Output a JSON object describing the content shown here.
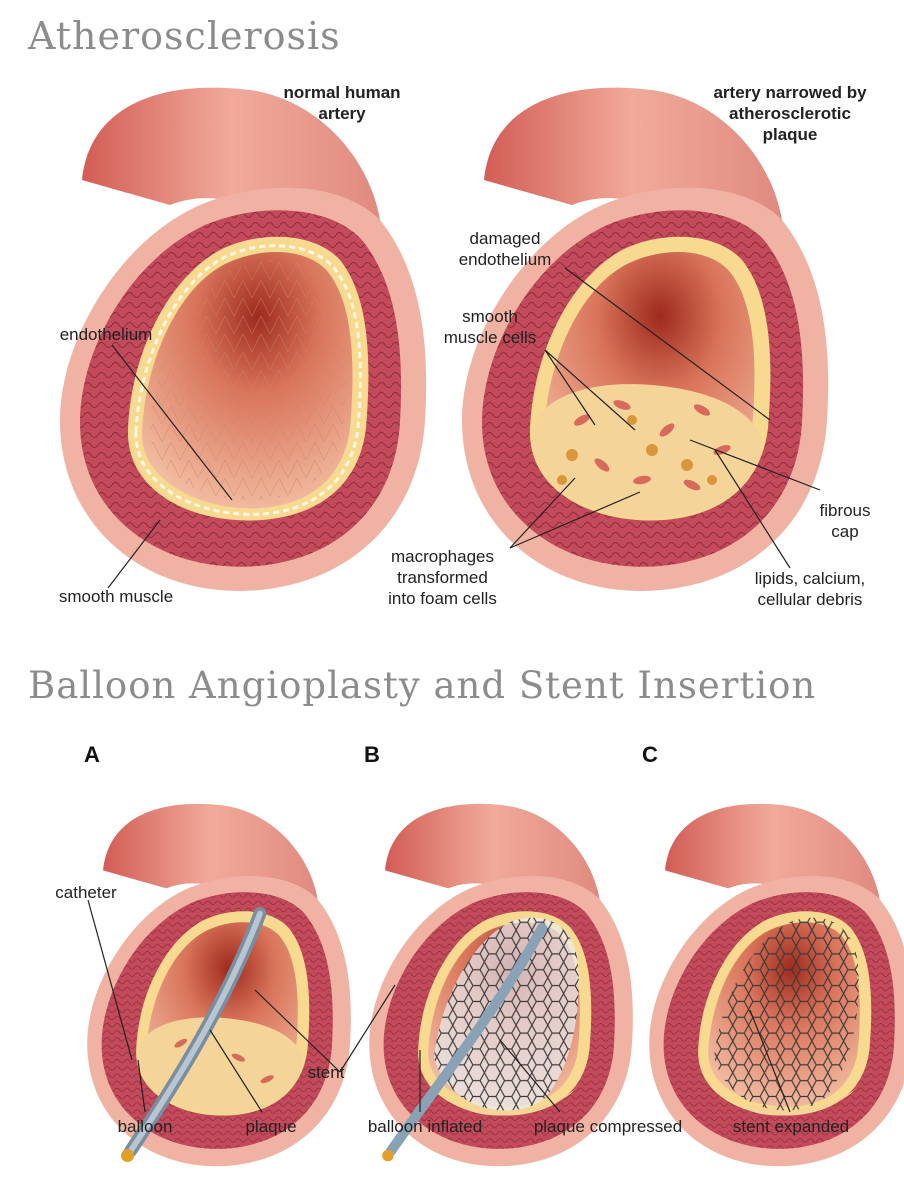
{
  "headings": {
    "section1": "Atherosclerosis",
    "section2": "Balloon Angioplasty and Stent Insertion"
  },
  "artery_normal": {
    "title": "normal human\nartery",
    "labels": {
      "endothelium": "endothelium",
      "smooth_muscle": "smooth muscle"
    }
  },
  "artery_narrowed": {
    "title": "artery narrowed by\natherosclerotic\nplaque",
    "labels": {
      "damaged_endothelium": "damaged\nendothelium",
      "smooth_muscle_cells": "smooth\nmuscle cells",
      "fibrous_cap": "fibrous\ncap",
      "macrophages": "macrophages\ntransformed\ninto foam cells",
      "lipids": "lipids, calcium,\ncellular debris"
    }
  },
  "panels": {
    "a": {
      "letter": "A",
      "catheter": "catheter",
      "balloon": "balloon",
      "plaque": "plaque"
    },
    "b": {
      "letter": "B",
      "stent": "stent",
      "balloon_inflated": "balloon inflated",
      "plaque_compressed": "plaque compressed"
    },
    "c": {
      "letter": "C",
      "stent_expanded": "stent expanded"
    }
  },
  "colors": {
    "heading": "#8c8c8c",
    "outer_wall": "#f0b3a3",
    "muscle": "#c8495a",
    "intima": "#f7d98f",
    "lumen": "#e38a6c",
    "plaque": "#f5d49a"
  }
}
